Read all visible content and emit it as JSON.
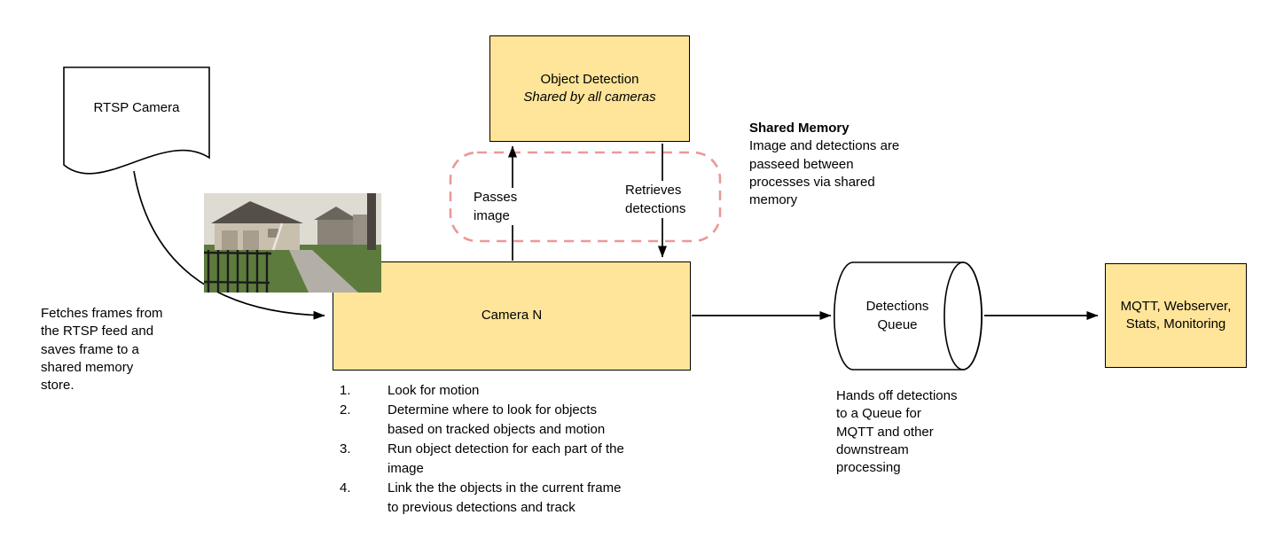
{
  "colors": {
    "node_fill": "#ffe599",
    "node_border": "#000000",
    "shared_memory_dash": "#ea9999",
    "arrow": "#000000"
  },
  "nodes": {
    "rtsp_camera": {
      "label": "RTSP Camera"
    },
    "object_detection": {
      "title": "Object Detection",
      "subtitle": "Shared by all cameras"
    },
    "camera_n": {
      "label": "Camera N"
    },
    "detections_queue": {
      "label": "Detections\nQueue"
    },
    "outputs": {
      "label": "MQTT, Webserver,\nStats, Monitoring"
    }
  },
  "edge_labels": {
    "passes_image": "Passes\nimage",
    "retrieves_detections": "Retrieves\ndetections"
  },
  "annotations": {
    "shared_memory": {
      "title": "Shared Memory",
      "body": "Image and detections are\npasseed between\nprocesses via shared\nmemory"
    },
    "fetch_note": "Fetches frames from\nthe RTSP feed and\nsaves frame to a\nshared memory\nstore.",
    "queue_note": "Hands off detections\nto a Queue for\nMQTT and other\ndownstream\nprocessing",
    "camera_steps": [
      {
        "num": "1.",
        "text": "Look for motion"
      },
      {
        "num": "2.",
        "text": "Determine where to look for objects\nbased on tracked objects and motion"
      },
      {
        "num": "3.",
        "text": "Run object detection for each part of the\nimage"
      },
      {
        "num": "4.",
        "text": "Link the the objects in the current frame\nto previous detections and track"
      }
    ]
  }
}
